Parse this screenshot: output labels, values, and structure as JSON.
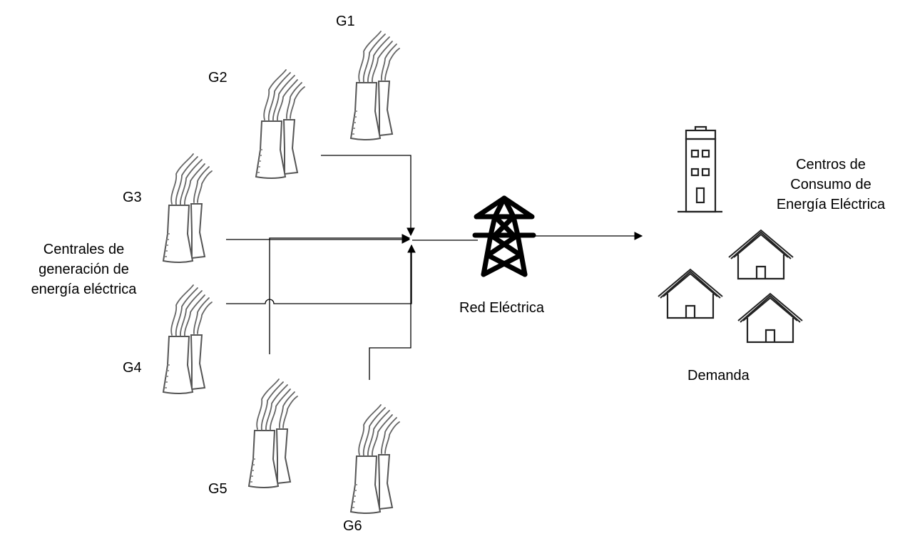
{
  "plants": [
    {
      "label": "G1"
    },
    {
      "label": "G2"
    },
    {
      "label": "G3"
    },
    {
      "label": "G4"
    },
    {
      "label": "G5"
    },
    {
      "label": "G6"
    }
  ],
  "generation_label": {
    "line1": "Centrales de",
    "line2": "generación de",
    "line3": "energía eléctrica"
  },
  "grid_label": "Red Eléctrica",
  "consumption_label": {
    "line1": "Centros de",
    "line2": "Consumo de",
    "line3": "Energía Eléctrica"
  },
  "demand_label": "Demanda",
  "icons": [
    "power-plant-icon",
    "transmission-tower-icon",
    "office-building-icon",
    "house-icon"
  ],
  "colors": {
    "stroke": "#000000",
    "background": "#ffffff",
    "plant_stroke": "#555555"
  }
}
